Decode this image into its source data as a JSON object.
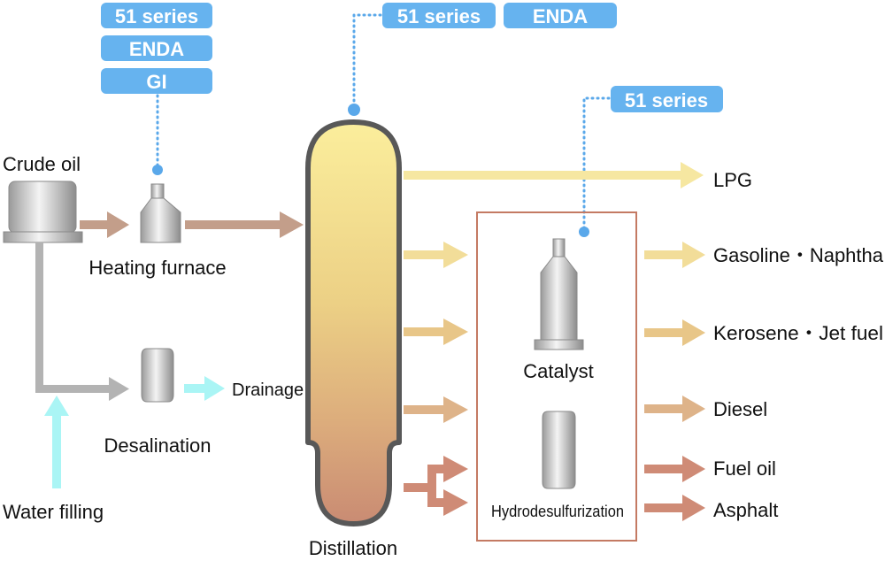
{
  "tags": {
    "furnace": [
      "51 series",
      "ENDA",
      "GI"
    ],
    "distillation": [
      "51 series",
      "ENDA"
    ],
    "catalyst": [
      "51 series"
    ]
  },
  "labels": {
    "crude_oil": "Crude oil",
    "heating_furnace": "Heating furnace",
    "desalination": "Desalination",
    "drainage": "Drainage",
    "water_filling": "Water filling",
    "distillation": "Distillation",
    "catalyst": "Catalyst",
    "hydrodesulfurization": "Hydrodesulfurization"
  },
  "products": [
    "LPG",
    "Gasoline・Naphtha",
    "Kerosene・Jet fuel",
    "Diesel",
    "Fuel oil",
    "Asphalt"
  ],
  "colors": {
    "tag_fill": "#66b3ef",
    "dot": "#5aa8ea",
    "brown_flow": "#c39e8a",
    "gray_pipe": "#b3b3b3",
    "water": "#aaf5f5",
    "frame": "#c47a63",
    "column_top": "#fbeb96",
    "column_bottom": "#c98c74"
  }
}
